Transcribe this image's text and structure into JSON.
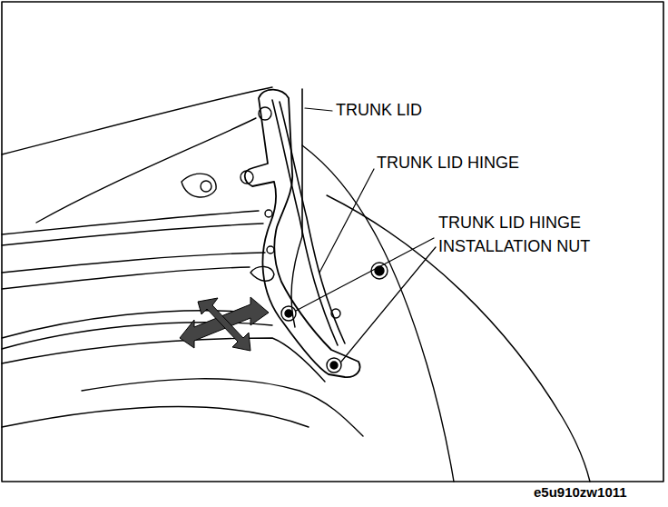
{
  "diagram": {
    "labels": [
      "TRUNK LID",
      "TRUNK LID HINGE",
      "TRUNK LID HINGE INSTALLATION NUT",
      "e5u910zw1011"
    ]
  }
}
